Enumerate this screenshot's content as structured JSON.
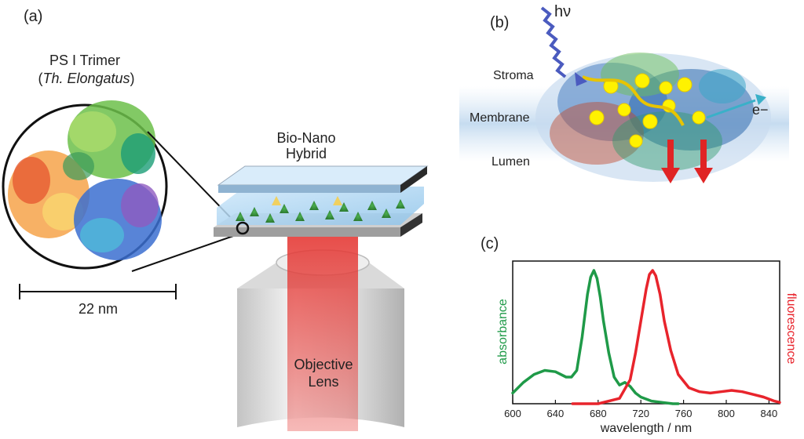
{
  "panel_a": {
    "tag": "(a)",
    "title_line1": "PS I Trimer",
    "title_line2_prefix": "(",
    "title_line2_species": "Th. Elongatus",
    "title_line2_suffix": ")",
    "scale_label": "22 nm",
    "hybrid_line1": "Bio-Nano",
    "hybrid_line2": "Hybrid",
    "lens_line1": "Objective",
    "lens_line2": "Lens"
  },
  "panel_b": {
    "tag": "(b)",
    "photon_label": "hν",
    "layers": [
      "Stroma",
      "Membrane",
      "Lumen"
    ],
    "electron_label": "e−"
  },
  "panel_c": {
    "tag": "(c)",
    "colors": {
      "absorbance": "#1f9a48",
      "fluorescence": "#e8242c"
    }
  },
  "chart_data": {
    "type": "line",
    "xlabel": "wavelength / nm",
    "ylabel_left": "absorbance",
    "ylabel_right": "fluorescence",
    "xlim": [
      600,
      850
    ],
    "ylim": [
      0,
      1
    ],
    "x_ticks": [
      600,
      640,
      680,
      720,
      760,
      800,
      840
    ],
    "series": [
      {
        "name": "absorbance",
        "color": "#1f9a48",
        "x": [
          600,
          610,
          620,
          630,
          640,
          650,
          655,
          660,
          665,
          670,
          673,
          676,
          679,
          682,
          685,
          690,
          695,
          700,
          705,
          710,
          715,
          720,
          730,
          740,
          750,
          755
        ],
        "y": [
          0.08,
          0.16,
          0.22,
          0.25,
          0.24,
          0.2,
          0.2,
          0.25,
          0.5,
          0.82,
          0.95,
          1.0,
          0.94,
          0.8,
          0.62,
          0.38,
          0.2,
          0.14,
          0.16,
          0.13,
          0.08,
          0.05,
          0.02,
          0.01,
          0.0,
          0.0
        ]
      },
      {
        "name": "fluorescence",
        "color": "#e8242c",
        "x": [
          656,
          680,
          700,
          710,
          715,
          720,
          725,
          728,
          731,
          734,
          738,
          742,
          748,
          755,
          765,
          775,
          785,
          795,
          805,
          815,
          825,
          835,
          845,
          850
        ],
        "y": [
          0.0,
          0.0,
          0.04,
          0.18,
          0.38,
          0.62,
          0.86,
          0.97,
          1.0,
          0.96,
          0.82,
          0.62,
          0.4,
          0.22,
          0.12,
          0.09,
          0.08,
          0.09,
          0.1,
          0.09,
          0.07,
          0.05,
          0.02,
          0.01
        ]
      }
    ]
  }
}
